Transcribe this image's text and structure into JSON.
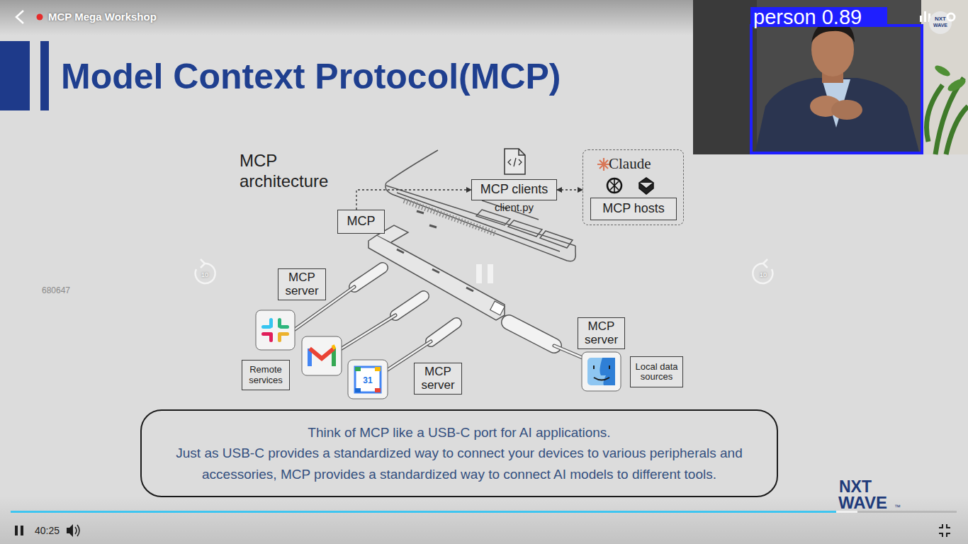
{
  "diagram": {
    "title": "Model Context Protocol(MCP)",
    "nodes": [
      {
        "text": [
          "MCP clients",
          "client.py"
        ]
      },
      {
        "text": [
          "Claude"
        ]
      },
      {
        "text": [
          "MCP hosts"
        ],
        "in": 1
      },
      {
        "text": [
          "MCP"
        ]
      },
      {
        "text": [
          "MCP server"
        ]
      },
      {
        "text": [
          "MCP server"
        ]
      },
      {
        "text": [
          "MCP server"
        ]
      },
      {
        "text": [
          "Remote services"
        ]
      },
      {
        "text": [
          "Local data sources"
        ]
      },
      {
        "text": [
          "Think of MCP like a USB-C port for AI applications.",
          "Just as USB-C provides a standardized way to connect your devices to various peripherals and accessories, MCP provides a standardized way to connect AI models to different tools."
        ]
      }
    ],
    "edges": [
      {
        "from": 3,
        "to": 0,
        "arrow": "to"
      },
      {
        "from": 0,
        "to": 1,
        "arrow": "both"
      }
    ],
    "labels": [
      "MCP Mega Workshop",
      "person 0.89",
      "MCP architecture",
      "680647",
      "10",
      "10",
      "31",
      "NXT",
      "WAVE",
      "NXT",
      "WAVE",
      "™",
      "40:25"
    ]
  }
}
